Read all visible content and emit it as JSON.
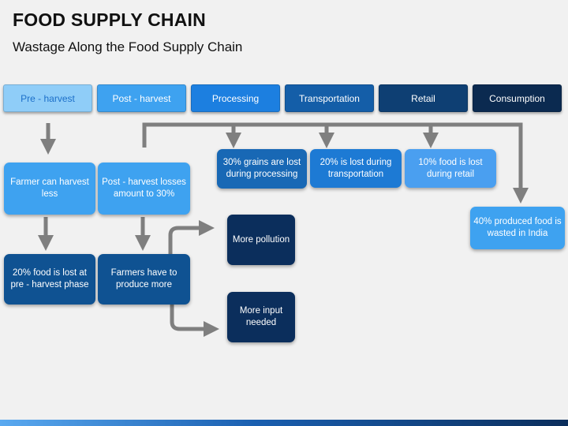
{
  "header": {
    "title": "FOOD SUPPLY CHAIN",
    "subtitle": "Wastage Along the Food Supply Chain"
  },
  "stages": [
    {
      "label": "Pre - harvest",
      "color": "#8fcdf8",
      "text_color": "#1c6fc9"
    },
    {
      "label": "Post - harvest",
      "color": "#3ea2f0"
    },
    {
      "label": "Processing",
      "color": "#1c7fe0"
    },
    {
      "label": "Transportation",
      "color": "#145ea8"
    },
    {
      "label": "Retail",
      "color": "#0e3f73"
    },
    {
      "label": "Consumption",
      "color": "#0b2a50"
    }
  ],
  "boxes": {
    "farmer_harvest_less": "Farmer can harvest less",
    "post_harvest_losses": "Post - harvest losses amount to 30%",
    "preharvest_loss": "20% food is lost at pre - harvest phase",
    "produce_more": "Farmers have to produce more",
    "more_pollution": "More pollution",
    "more_input": "More input needed",
    "processing_loss": "30% grains are lost during processing",
    "transport_loss": "20% is lost during transportation",
    "retail_loss": "10% food is lost during retail",
    "consumption_loss": "40% produced food is wasted in India"
  },
  "colors": {
    "arrow": "#7f7f7f",
    "light_blue": "#3ea2f0",
    "dark_blue": "#0f5292",
    "navy": "#0b2e5c",
    "mid_blue": "#1868b5",
    "pale_blue": "#4a9ff0"
  }
}
